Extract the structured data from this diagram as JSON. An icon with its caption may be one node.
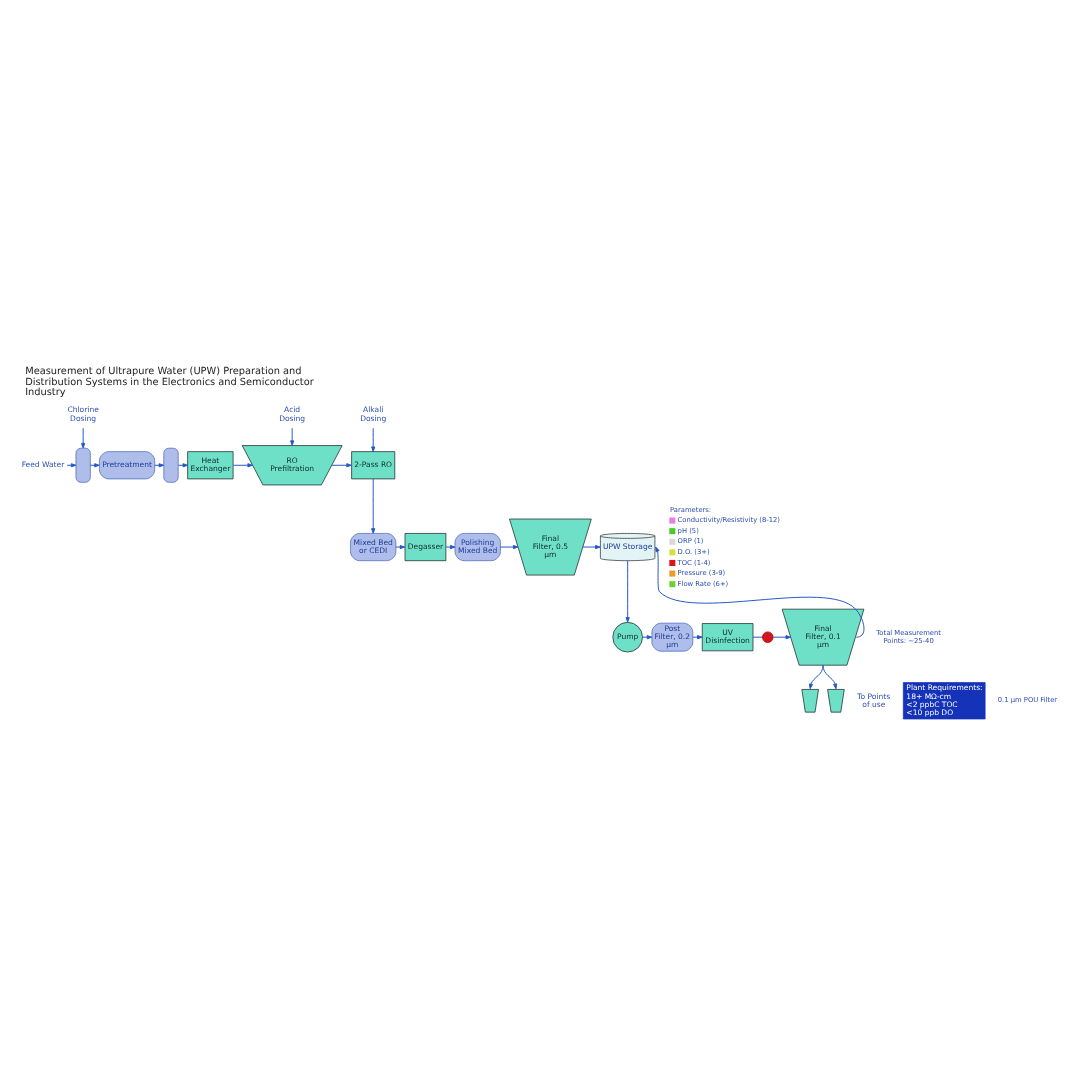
{
  "diagram": {
    "title": "Measurement of Ultrapure Water (UPW) Preparation and Distribution Systems in the Electronics and Semiconductor Industry",
    "nodes": [
      {
        "text": [
          "Feed Water"
        ]
      },
      {
        "text": [
          "Chlorine Dosing"
        ]
      },
      {
        "text": [],
        "shape": "box"
      },
      {
        "text": [
          "Pretreatment"
        ]
      },
      {
        "text": [],
        "shape": "box"
      },
      {
        "text": [
          "Heat Exchanger"
        ]
      },
      {
        "text": [
          "RO Prefiltration"
        ]
      },
      {
        "text": [
          "Acid Dosing"
        ]
      },
      {
        "text": [
          "2-Pass RO"
        ]
      },
      {
        "text": [
          "Alkali Dosing"
        ]
      },
      {
        "text": [
          "Mixed Bed or CEDI"
        ]
      },
      {
        "text": [
          "Degasser"
        ]
      },
      {
        "text": [
          "Polishing Mixed Bed"
        ]
      },
      {
        "text": [
          "Final Filter, 0.5 µm"
        ]
      },
      {
        "text": [
          "UPW Storage"
        ]
      },
      {
        "text": [
          "Pump"
        ]
      },
      {
        "text": [
          "Post Filter, 0.2 µm"
        ]
      },
      {
        "text": [
          "UV Disinfection"
        ]
      },
      {
        "text": [],
        "shape": "circle"
      },
      {
        "text": [
          "Final Filter, 0.1 µm"
        ]
      },
      {
        "text": [],
        "shape": "trapezoid"
      },
      {
        "text": [],
        "shape": "trapezoid",
        "beside": [
          "To Points of use"
        ]
      },
      {
        "text": [
          "Plant Requirements:",
          "18+ MΩ-cm",
          "<2 ppbC TOC",
          "<10 ppb DO"
        ]
      }
    ],
    "edges": [
      {
        "from": 0,
        "to": 2,
        "arrow": "to"
      },
      {
        "from": 1,
        "to": 2,
        "arrow": "to"
      },
      {
        "from": 2,
        "to": 3,
        "arrow": "to"
      },
      {
        "from": 3,
        "to": 4,
        "arrow": "to"
      },
      {
        "from": 4,
        "to": 5,
        "arrow": "to"
      },
      {
        "from": 5,
        "to": 6,
        "arrow": "to"
      },
      {
        "from": 7,
        "to": 6,
        "arrow": "to"
      },
      {
        "from": 6,
        "to": 8,
        "arrow": "to"
      },
      {
        "from": 9,
        "to": 8,
        "arrow": "to"
      },
      {
        "from": 8,
        "to": 10,
        "arrow": "to"
      },
      {
        "from": 10,
        "to": 11,
        "arrow": "to"
      },
      {
        "from": 11,
        "to": 12,
        "arrow": "to"
      },
      {
        "from": 12,
        "to": 13,
        "arrow": "to"
      },
      {
        "from": 13,
        "to": 14,
        "arrow": "to"
      },
      {
        "from": 14,
        "to": 15,
        "arrow": "to"
      },
      {
        "from": 15,
        "to": 16,
        "arrow": "to"
      },
      {
        "from": 16,
        "to": 17,
        "arrow": "to"
      },
      {
        "from": 17,
        "to": 18,
        "arrow": "none"
      },
      {
        "from": 18,
        "to": 19,
        "arrow": "to"
      },
      {
        "from": 19,
        "to": 20,
        "arrow": "to"
      },
      {
        "from": 19,
        "to": 21,
        "arrow": "to"
      },
      {
        "from": 19,
        "to": 14,
        "arrow": "to"
      }
    ],
    "labels": [
      "Parameters:",
      "Total Measurement Points: ~25-40",
      "0.1 µm POU Filter"
    ],
    "legend": [
      {
        "text": "Conductivity/Resistivity (8-12)",
        "color": "#e57fe0"
      },
      {
        "text": "pH (5)",
        "color": "#4cc92a"
      },
      {
        "text": "ORP (1)",
        "color": "#d6d9d9"
      },
      {
        "text": "D.O. (3+)",
        "color": "#d3e03a"
      },
      {
        "text": "TOC (1-4)",
        "color": "#d8141c"
      },
      {
        "text": "Pressure (3-9)",
        "color": "#e89c2a"
      },
      {
        "text": "Flow Rate (6+)",
        "color": "#6dd12e"
      }
    ]
  }
}
